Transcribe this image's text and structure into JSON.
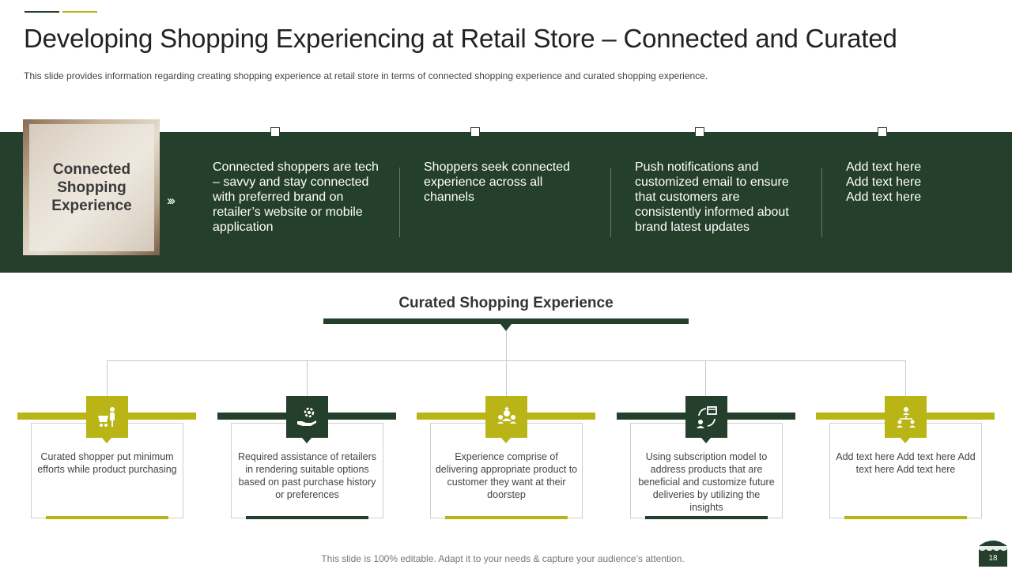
{
  "header": {
    "title": "Developing Shopping Experiencing at Retail Store – Connected and Curated",
    "subtitle": "This slide provides  information  regarding  creating shopping experience at retail store in terms of connected shopping experience and curated shopping  experience."
  },
  "connected": {
    "label": "Connected Shopping Experience",
    "items": [
      "Connected shoppers are tech – savvy and stay connected with preferred brand on retailer’s website or mobile application",
      "Shoppers seek connected experience across all channels",
      "Push notifications and customized email to ensure that customers are consistently informed about brand latest updates",
      "Add text here Add text here Add text here"
    ]
  },
  "curated": {
    "title": "Curated Shopping Experience",
    "cards": [
      {
        "text": "Curated shopper put minimum efforts while product purchasing",
        "icon": "shopper-cart-icon",
        "theme": "olive"
      },
      {
        "text": "Required assistance of retailers in rendering suitable options based on past purchase history or preferences",
        "icon": "hand-gear-icon",
        "theme": "dark"
      },
      {
        "text": "Experience comprise of delivering appropriate product to customer they want at their doorstep",
        "icon": "people-stars-icon",
        "theme": "olive"
      },
      {
        "text": "Using subscription model to address products that are beneficial and customize future deliveries  by utilizing the insights",
        "icon": "subscription-cycle-icon",
        "theme": "dark"
      },
      {
        "text": "Add text here Add text here Add text here Add text here",
        "icon": "org-chart-icon",
        "theme": "olive"
      }
    ]
  },
  "footer": {
    "note": "This slide is 100% editable. Adapt it to your needs & capture your audience’s attention.",
    "page": "18"
  },
  "colors": {
    "dark_green": "#243f2b",
    "olive": "#b9b516"
  }
}
